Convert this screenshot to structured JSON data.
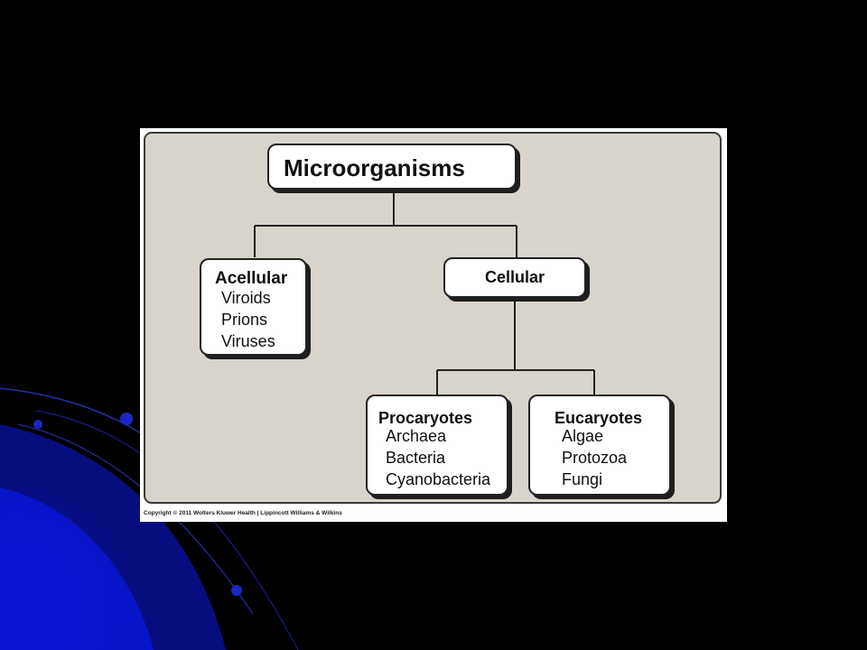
{
  "diagram": {
    "root": {
      "label": "Microorganisms"
    },
    "acellular": {
      "label": "Acellular",
      "items": [
        "Viroids",
        "Prions",
        "Viruses"
      ]
    },
    "cellular": {
      "label": "Cellular"
    },
    "procaryotes": {
      "label": "Procaryotes",
      "items": [
        "Archaea",
        "Bacteria",
        "Cyanobacteria"
      ]
    },
    "eucaryotes": {
      "label": "Eucaryotes",
      "items": [
        "Algae",
        "Protozoa",
        "Fungi"
      ]
    }
  },
  "footer": {
    "copyright": "Copyright © 2011 Wolters Kluwer Health | Lippincott Williams & Wilkins"
  },
  "colors": {
    "slide_background": "#000000",
    "panel_fill": "#d9d4cb",
    "accent_blue": "#1a22d6"
  }
}
